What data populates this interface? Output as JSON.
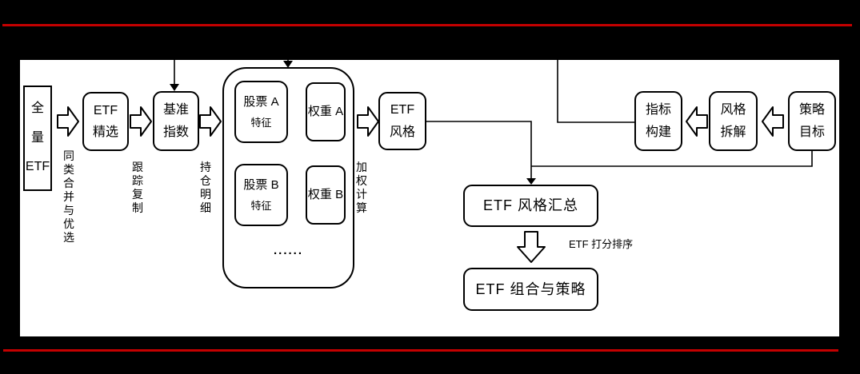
{
  "colors": {
    "background": "#000000",
    "panel": "#ffffff",
    "stroke": "#000000",
    "text": "#000000",
    "rule_red": "#c40000"
  },
  "nodes": {
    "full_etf": "全\n量\nETF",
    "etf_selection": "ETF\n精选",
    "benchmark_index": "基准\n指数",
    "stock_a_title": "股票 A",
    "stock_a_sub": "特征",
    "weight_a": "权重 A",
    "stock_b_title": "股票 B",
    "stock_b_sub": "特征",
    "weight_b": "权重 B",
    "ellipsis": "......",
    "etf_style": "ETF\n风格",
    "indicator_build": "指标\n构建",
    "style_decompose": "风格\n拆解",
    "strategy_target": "策略\n目标",
    "etf_style_summary": "ETF 风格汇总",
    "etf_portfolio_strategy": "ETF 组合与策略"
  },
  "edge_labels": {
    "merge_and_select": "同\n类\n合\n并\n与\n优\n选",
    "tracking_replication": "跟\n踪\n复\n制",
    "holdings_detail": "持\n仓\n明\n细",
    "weighted_calculation": "加\n权\n计\n算",
    "score_ranking": "ETF 打分排序"
  }
}
